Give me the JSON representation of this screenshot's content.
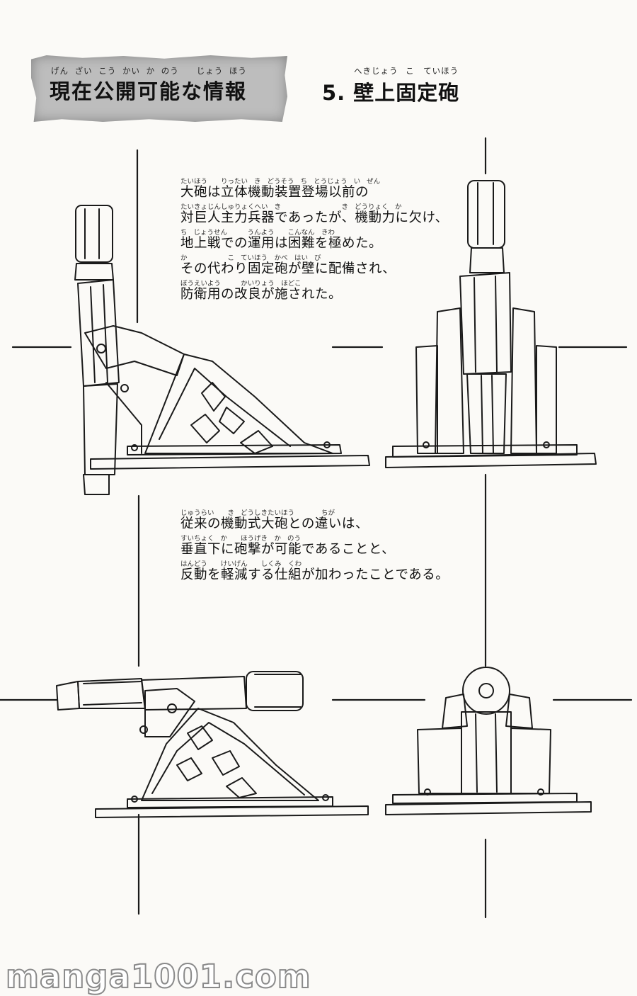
{
  "header": {
    "banner_ruby": "げん ざい こう かい か のう　　じょう ほう",
    "banner_title": "現在公開可能な情報",
    "section_ruby": "へきじょう こ　ていほう",
    "section_title": "5. 壁上固定砲"
  },
  "paragraph1": [
    {
      "ruby": "たいほう　　りったい き どうそう ち とうじょう い ぜん",
      "text": "大砲は立体機動装置登場以前の"
    },
    {
      "ruby": "たいきょじんしゅりょくへい き　　　　　　　　　き どうりょく　か",
      "text": "対巨人主力兵器であったが、機動力に欠け、"
    },
    {
      "ruby": "ち じょうせん　　　うんよう　　こんなん　きわ",
      "text": "地上戦での運用は困難を極めた。"
    },
    {
      "ruby": "か　　　　　　こ ていほう　かべ　はい び",
      "text": "その代わり固定砲が壁に配備され、"
    },
    {
      "ruby": "ぼうえいよう　　　かいりょう　ほどこ",
      "text": "防衛用の改良が施された。"
    }
  ],
  "paragraph2": [
    {
      "ruby": "じゅうらい　　き どうしきたいほう　　　　ちが",
      "text": "従来の機動式大砲との違いは、"
    },
    {
      "ruby": "すいちょく か　　ほうげき　か のう",
      "text": "垂直下に砲撃が可能であることと、"
    },
    {
      "ruby": "はんどう　　けいげん　　しくみ　くわ",
      "text": "反動を軽減する仕組が加わったことである。"
    }
  ],
  "watermark": "manga1001.com"
}
